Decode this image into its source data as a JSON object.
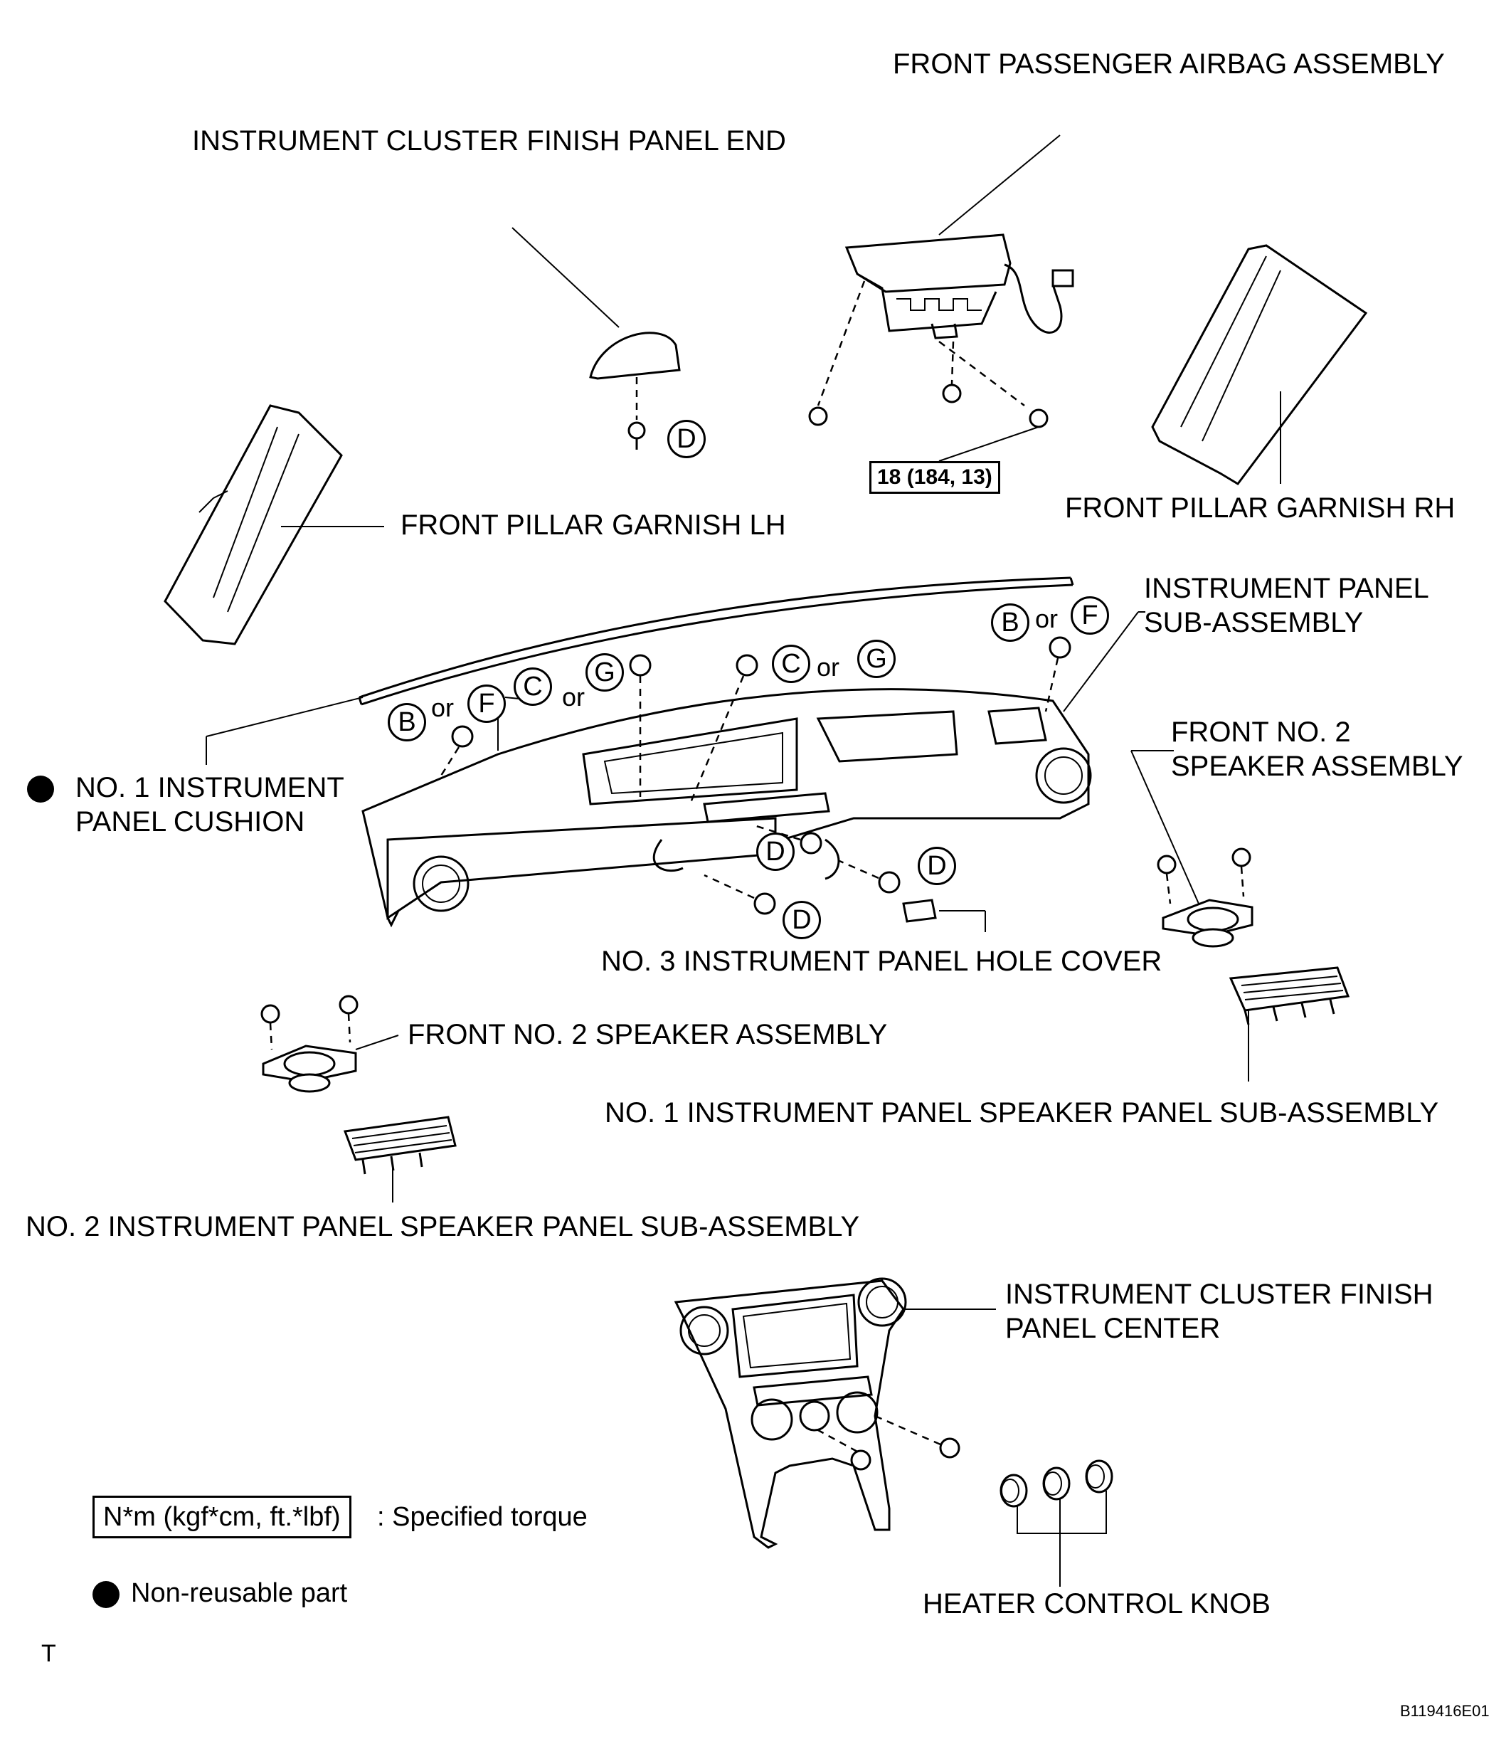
{
  "labels": {
    "front_passenger_airbag_assembly": "FRONT PASSENGER AIRBAG ASSEMBLY",
    "instrument_cluster_finish_panel_end": "INSTRUMENT CLUSTER FINISH PANEL END",
    "front_pillar_garnish_lh": "FRONT PILLAR GARNISH LH",
    "front_pillar_garnish_rh": "FRONT PILLAR GARNISH RH",
    "instrument_panel_sub_assembly": "INSTRUMENT PANEL\nSUB-ASSEMBLY",
    "no1_instrument_panel_cushion": "NO. 1 INSTRUMENT\nPANEL CUSHION",
    "front_no2_speaker_assembly_right": "FRONT NO. 2\nSPEAKER ASSEMBLY",
    "no3_instrument_panel_hole_cover": "NO. 3 INSTRUMENT PANEL HOLE COVER",
    "front_no2_speaker_assembly_left": "FRONT NO. 2 SPEAKER ASSEMBLY",
    "no1_instrument_panel_speaker_panel": "NO. 1 INSTRUMENT PANEL SPEAKER PANEL SUB-ASSEMBLY",
    "no2_instrument_panel_speaker_panel": "NO. 2 INSTRUMENT PANEL SPEAKER PANEL SUB-ASSEMBLY",
    "instrument_cluster_finish_panel_center": "INSTRUMENT CLUSTER FINISH\nPANEL CENTER",
    "heater_control_knob": "HEATER CONTROL KNOB"
  },
  "torque": {
    "airbag_bolt": "18 (184, 13)"
  },
  "fastener_letters": {
    "b": "B",
    "c": "C",
    "d": "D",
    "f": "F",
    "g": "G",
    "or": "or"
  },
  "legend": {
    "torque_unit": "N*m (kgf*cm, ft.*lbf)",
    "torque_desc": ": Specified torque",
    "non_reusable": "Non-reusable part"
  },
  "footer": {
    "corner_mark": "T",
    "figure_code": "B119416E01"
  }
}
